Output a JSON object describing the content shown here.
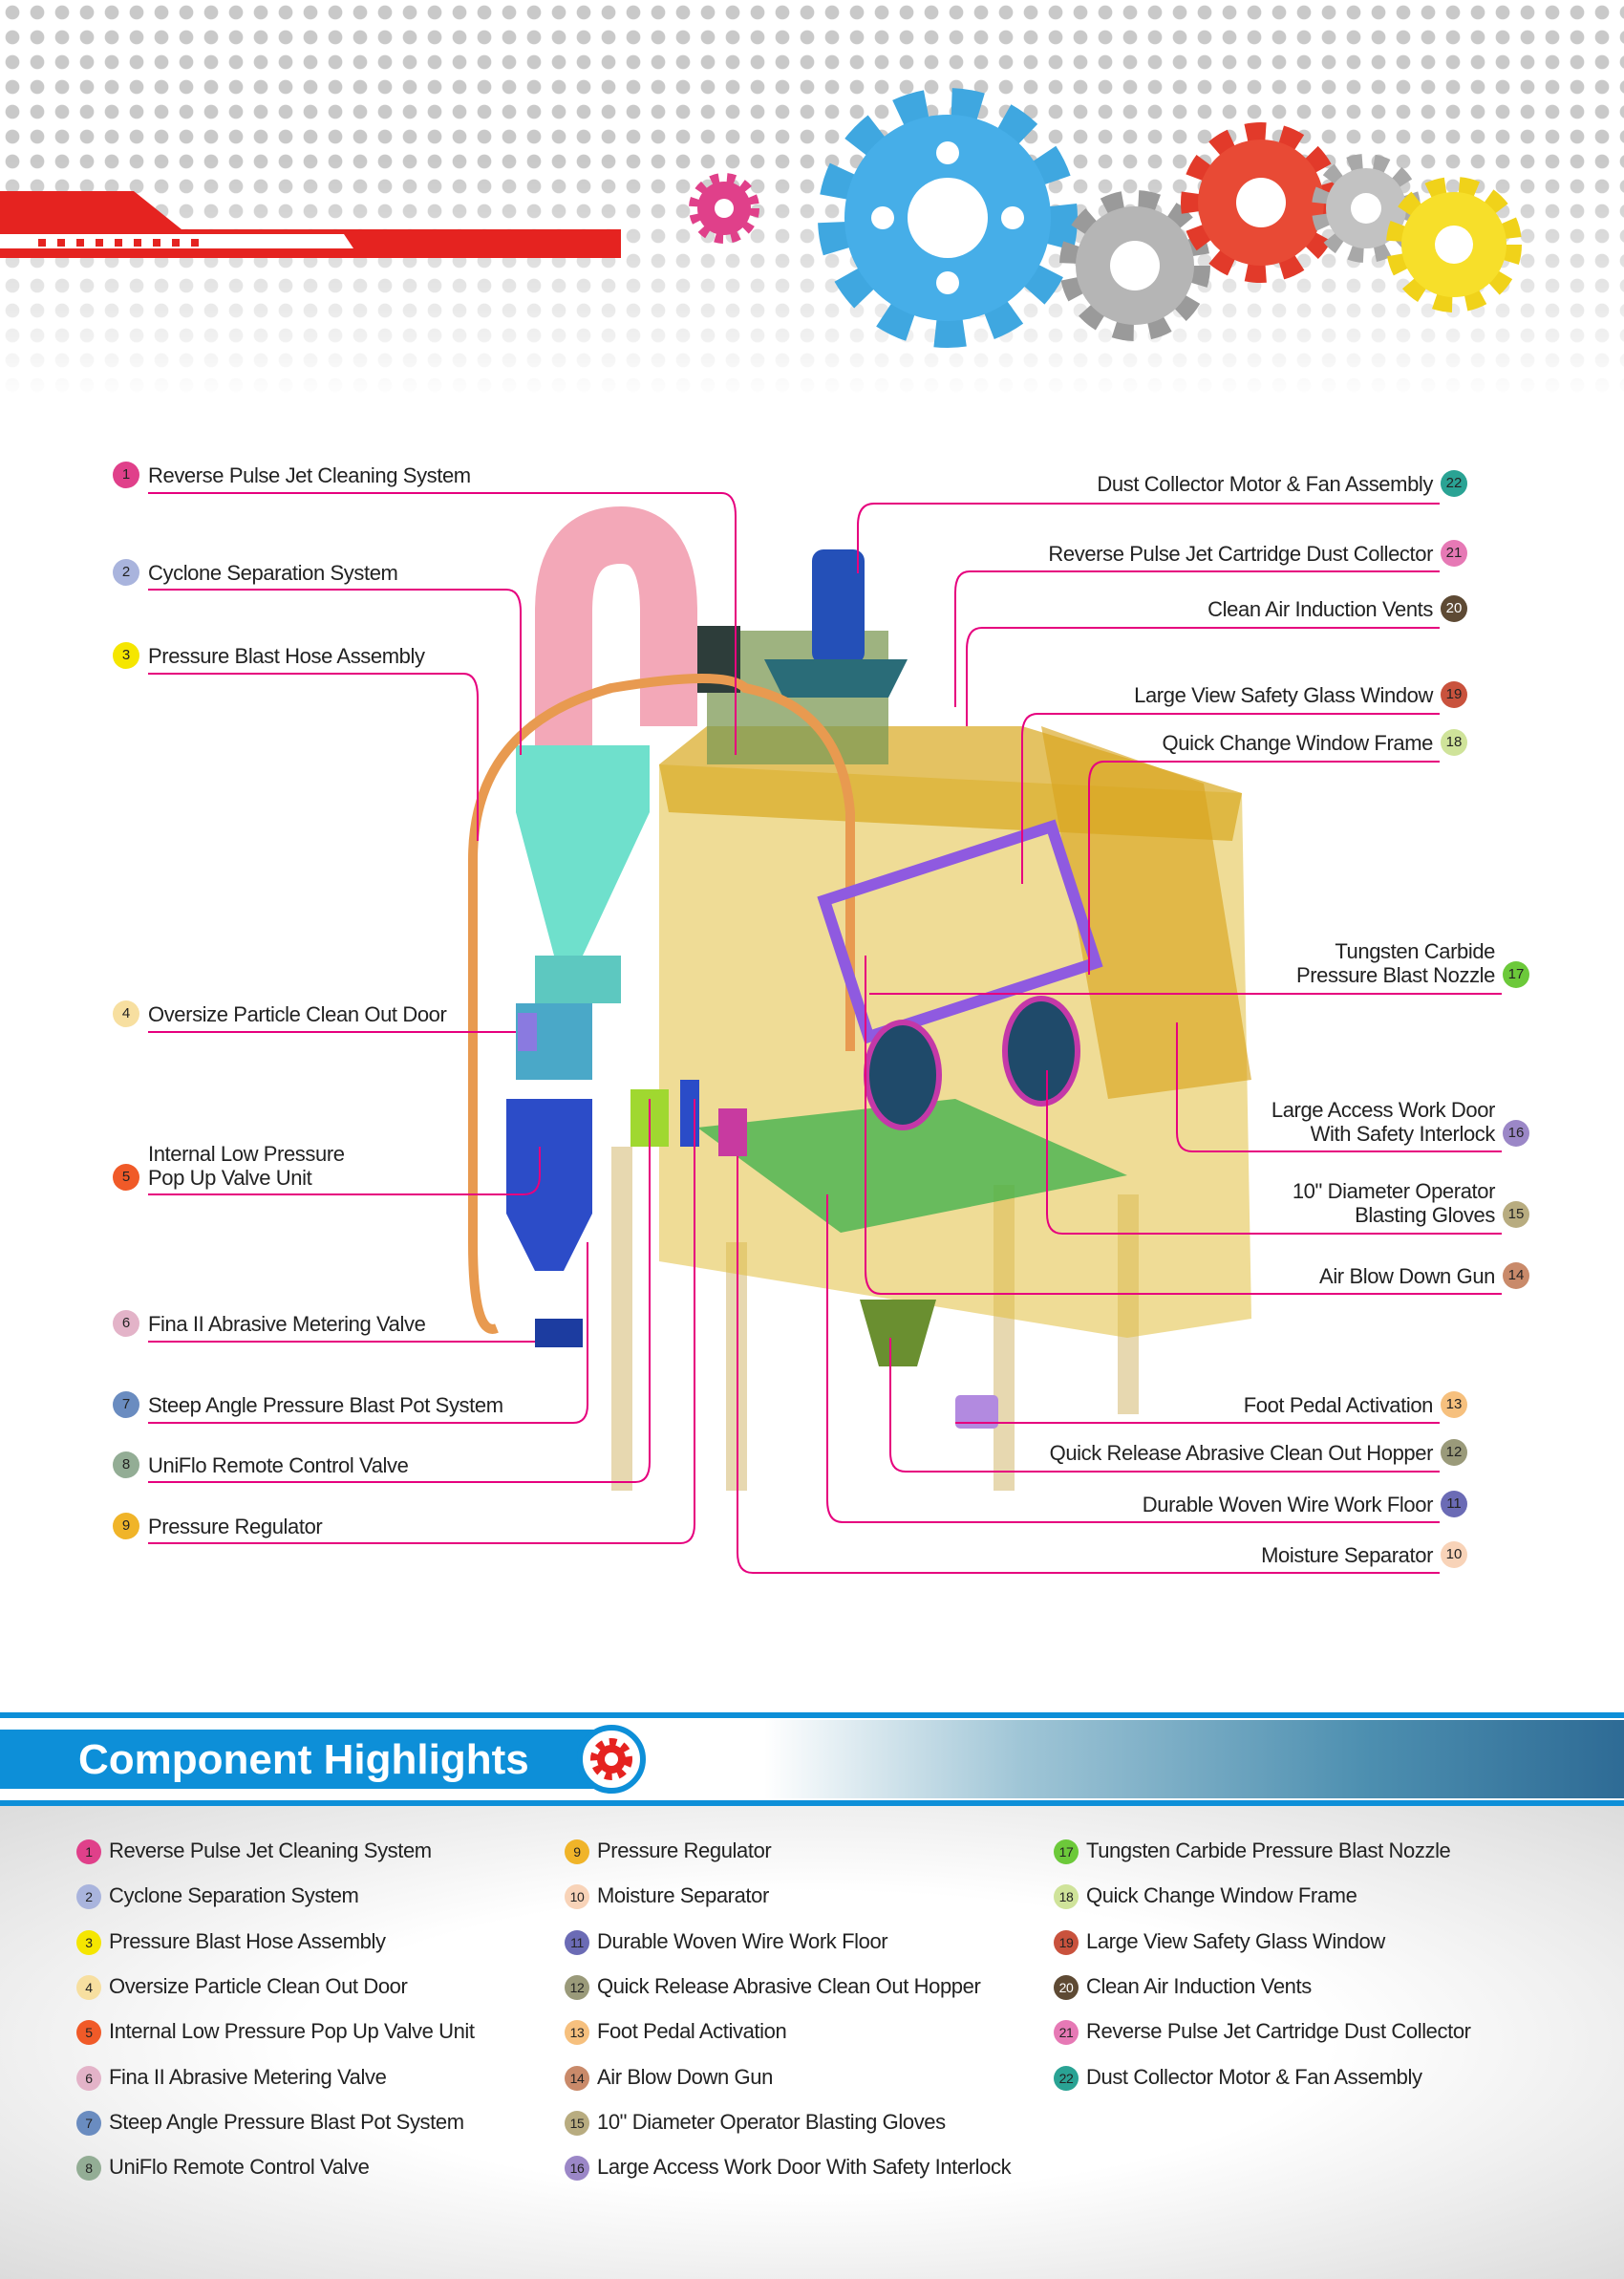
{
  "leader_color": "#e6007e",
  "components": [
    {
      "n": "1",
      "label": "Reverse Pulse Jet Cleaning System",
      "color": "#e0408a"
    },
    {
      "n": "2",
      "label": "Cyclone Separation System",
      "color": "#a9b4dd"
    },
    {
      "n": "3",
      "label": "Pressure Blast Hose Assembly",
      "color": "#f5e600"
    },
    {
      "n": "4",
      "label": "Oversize Particle Clean Out Door",
      "color": "#f7dfa0"
    },
    {
      "n": "5",
      "label": "Internal Low Pressure Pop Up Valve Unit",
      "color": "#f05a28"
    },
    {
      "n": "6",
      "label": "Fina II Abrasive Metering Valve",
      "color": "#e3b3c8"
    },
    {
      "n": "7",
      "label": "Steep Angle Pressure Blast Pot System",
      "color": "#6a8cc0"
    },
    {
      "n": "8",
      "label": "UniFlo Remote Control Valve",
      "color": "#93ad95"
    },
    {
      "n": "9",
      "label": "Pressure Regulator",
      "color": "#f0b429"
    },
    {
      "n": "10",
      "label": "Moisture Separator",
      "color": "#f8d3b8"
    },
    {
      "n": "11",
      "label": "Durable Woven Wire Work Floor",
      "color": "#6b6bb5"
    },
    {
      "n": "12",
      "label": "Quick Release Abrasive Clean Out Hopper",
      "color": "#9a9a7a"
    },
    {
      "n": "13",
      "label": "Foot Pedal Activation",
      "color": "#f6c07e"
    },
    {
      "n": "14",
      "label": "Air Blow Down Gun",
      "color": "#c98a6a"
    },
    {
      "n": "15",
      "label": "10\" Diameter Operator Blasting Gloves",
      "color": "#b8ac80"
    },
    {
      "n": "16",
      "label": "Large Access Work Door With Safety Interlock",
      "color": "#9b87c7"
    },
    {
      "n": "17",
      "label": "Tungsten Carbide Pressure Blast Nozzle",
      "color": "#6cc93a"
    },
    {
      "n": "18",
      "label": "Quick Change Window Frame",
      "color": "#cfe39a"
    },
    {
      "n": "19",
      "label": "Large View Safety Glass Window",
      "color": "#c9523d"
    },
    {
      "n": "20",
      "label": "Clean Air Induction Vents",
      "color": "#5e4a34"
    },
    {
      "n": "21",
      "label": "Reverse Pulse Jet Cartridge Dust Collector",
      "color": "#e679b5"
    },
    {
      "n": "22",
      "label": "Dust Collector Motor & Fan Assembly",
      "color": "#2aa394"
    }
  ],
  "diagram_split_labels": {
    "5": [
      "Internal Low Pressure",
      "Pop Up Valve Unit"
    ],
    "16": [
      "Large Access Work Door",
      "With Safety Interlock"
    ],
    "15": [
      "10\" Diameter Operator",
      "Blasting Gloves"
    ],
    "17": [
      "Tungsten Carbide",
      "Pressure Blast Nozzle"
    ]
  },
  "highlights": {
    "title": "Component Highlights"
  }
}
